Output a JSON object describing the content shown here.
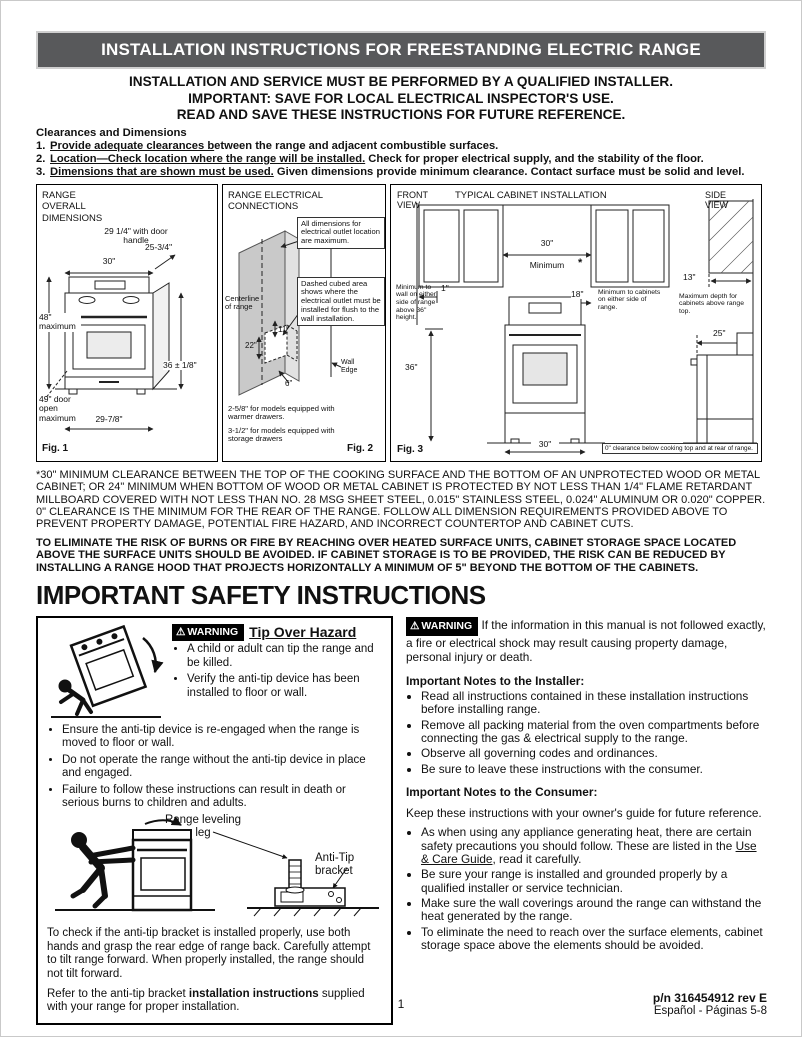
{
  "colors": {
    "header_bar_bg": "#58595b",
    "header_bar_text": "#ffffff",
    "warning_badge_bg": "#000000",
    "warning_badge_text": "#ffffff"
  },
  "icons": {
    "warning_triangle": "⚠"
  },
  "page": {
    "header_title": "INSTALLATION INSTRUCTIONS FOR FREESTANDING ELECTRIC RANGE",
    "notices": [
      "INSTALLATION AND SERVICE MUST BE PERFORMED BY A QUALIFIED INSTALLER.",
      "IMPORTANT: SAVE FOR LOCAL ELECTRICAL INSPECTOR'S USE.",
      "READ AND SAVE THESE INSTRUCTIONS FOR FUTURE REFERENCE."
    ]
  },
  "clearances": {
    "heading": "Clearances and Dimensions",
    "items": [
      {
        "num": "1.",
        "lead": "Provide adequate clearances b",
        "rest": "etween the range and adjacent combustible surfaces."
      },
      {
        "num": "2.",
        "lead": "Location—Check location where the range will be installed.",
        "rest": " Check for proper electrical supply, and the stability of the floor."
      },
      {
        "num": "3.",
        "lead": "Dimensions that are shown must be used.",
        "rest": " Given dimensions provide minimum clearance. Contact surface must be solid and level."
      }
    ]
  },
  "fig1": {
    "title": "RANGE OVERALL DIMENSIONS",
    "dim_handle": "29 1/4\" with door handle",
    "dim_width": "30\"",
    "dim_depth": "25-3/4\"",
    "dim_height": "48\" maximum",
    "dim_cooktop": "36 ± 1/8\"",
    "dim_door_open": "49\" door open maximum",
    "dim_base": "29-7/8\"",
    "caption": "Fig. 1"
  },
  "fig2": {
    "title": "RANGE ELECTRICAL CONNECTIONS",
    "note_dimensions": "All dimensions for electrical outlet location are maximum.",
    "note_dashed": "Dashed cubed area shows where the electrical outlet must be installed for flush to the wall installation.",
    "centerline": "Centerline of range",
    "dim_11": "11\"",
    "dim_22": "22\"",
    "dim_6": "6\"",
    "wall_edge": "Wall Edge",
    "footnote_warmer": "2-5/8\" for models equipped with warmer drawers.",
    "footnote_storage": "3-1/2\" for models equipped with storage drawers",
    "caption": "Fig. 2"
  },
  "fig3": {
    "front_view": "FRONT VIEW",
    "title": "TYPICAL CABINET INSTALLATION",
    "side_view": "SIDE VIEW",
    "dim_gap": "30\"",
    "min_label": "Minimum",
    "asterisk": "*",
    "dim_wall": "1\"",
    "note_wall": "Minimum to wall on either side of range above 36\" height.",
    "dim_cabinets": "18\"",
    "note_cabinets": "Minimum to cabinets on either side of range.",
    "dim_depth": "13\"",
    "note_depth": "Maximum depth for cabinets above range top.",
    "dim_counter": "25\"",
    "dim_height": "36\"",
    "dim_range_width": "30\"",
    "note_zero": "0\" clearance below cooking top and at rear of range.",
    "caption": "Fig. 3"
  },
  "notes": {
    "asterisk_note": "*30\" MINIMUM CLEARANCE BETWEEN THE TOP OF THE COOKING SURFACE AND THE  BOTTOM OF AN UNPROTECTED WOOD OR METAL CABINET; OR 24\" MINIMUM WHEN BOTTOM OF WOOD OR METAL CABINET IS PROTECTED BY NOT LESS THAN 1/4\" FLAME RETARDANT MILLBOARD COVERED WITH NOT LESS THAN NO. 28 MSG SHEET STEEL, 0.015\" STAINLESS STEEL, 0.024\" ALUMINUM OR 0.020\" COPPER. 0\" CLEARANCE IS THE MINIMUM FOR THE REAR OF THE RANGE. FOLLOW ALL DIMENSION REQUIREMENTS PROVIDED ABOVE TO PREVENT PROPERTY DAMAGE, POTENTIAL FIRE HAZARD, AND INCORRECT COUNTERTOP AND CABINET CUTS.",
    "burns_note": "TO ELIMINATE THE RISK OF BURNS OR FIRE BY REACHING OVER HEATED SURFACE UNITS, CABINET STORAGE SPACE LOCATED ABOVE THE SURFACE UNITS SHOULD BE AVOIDED. IF CABINET STORAGE IS TO BE PROVIDED, THE RISK CAN BE REDUCED BY INSTALLING A RANGE HOOD THAT PROJECTS HORIZONTALLY A MINIMUM OF 5\" BEYOND THE BOTTOM OF THE CABINETS."
  },
  "safety": {
    "heading": "IMPORTANT SAFETY INSTRUCTIONS"
  },
  "tipover": {
    "warning_label": "WARNING",
    "title": "Tip Over Hazard",
    "bullets": [
      "A child or adult can tip the range and be killed.",
      "Verify the anti-tip device has been installed to floor or wall.",
      "Ensure the anti-tip device is re-engaged when the range is moved to floor or wall.",
      "Do not operate the range without the anti-tip device in place and engaged.",
      "Failure to follow these instructions can result in death or serious burns to children and adults."
    ],
    "label_leg": "Range leveling leg",
    "label_bracket": "Anti-Tip bracket",
    "para_check": "To check if the anti-tip bracket is installed properly, use both hands and grasp the rear edge of range back. Carefully attempt to tilt range forward. When properly installed, the range should not tilt forward.",
    "para_refer_pre": "Refer to the anti-tip bracket ",
    "para_refer_bold": "installation instructions",
    "para_refer_post": " supplied with your range for proper installation."
  },
  "rightcol": {
    "warning_label": "WARNING",
    "warning_text": "If the information in this manual is not followed exactly, a fire or electrical shock may result causing property damage, personal injury or death.",
    "installer_heading": "Important Notes to the Installer:",
    "installer_bullets": [
      "Read all instructions contained in these installation instructions before installing range.",
      "Remove all packing material from the oven compartments before connecting the gas & electrical supply to the range.",
      "Observe all governing codes and ordinances.",
      "Be sure to leave these instructions with the consumer."
    ],
    "consumer_heading": "Important Notes to the Consumer:",
    "consumer_intro": "Keep these instructions with your owner's guide for future reference.",
    "consumer_bullet1_pre": "As when using any appliance generating heat, there are certain safety precautions you should follow. These are listed in the ",
    "consumer_bullet1_link": "Use & Care Guide",
    "consumer_bullet1_post": ", read it carefully.",
    "consumer_bullets": [
      "Be sure your range is installed and grounded properly by a qualified installer or service technician.",
      "Make sure the wall coverings around the range can withstand the heat generated by the range.",
      "To eliminate the need to reach over the surface elements, cabinet storage space above the elements should be avoided."
    ]
  },
  "footer": {
    "page_number": "1",
    "part_number": "p/n 316454912 rev E",
    "language_note": "Español - Páginas 5-8"
  }
}
